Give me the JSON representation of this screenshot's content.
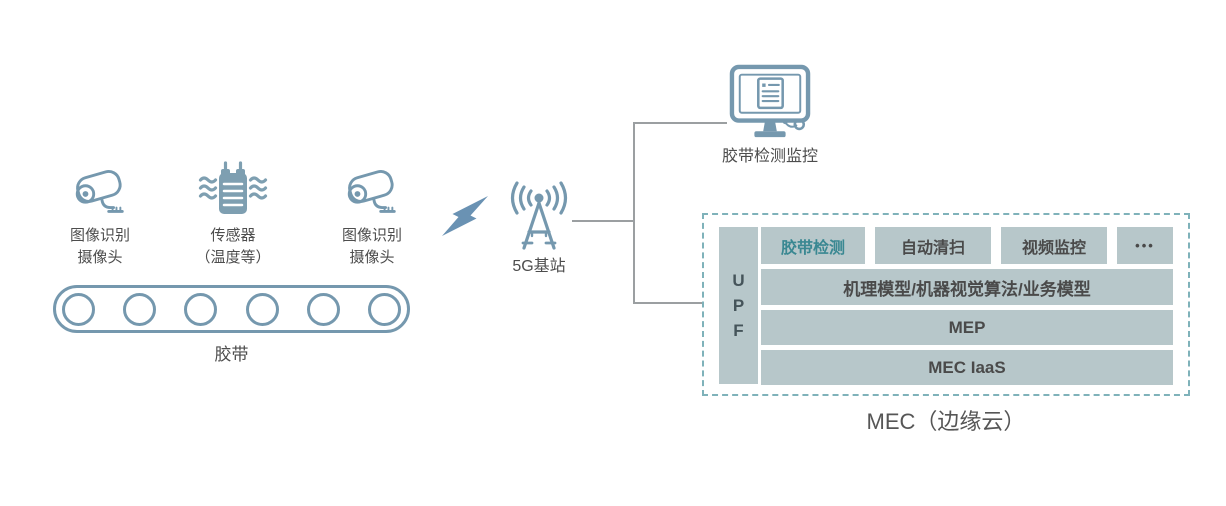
{
  "left_group": {
    "camera1": {
      "line1": "图像识别",
      "line2": "摄像头"
    },
    "sensor": {
      "line1": "传感器",
      "line2": "（温度等）"
    },
    "camera2": {
      "line1": "图像识别",
      "line2": "摄像头"
    },
    "belt_label": "胶带"
  },
  "conveyor": {
    "roller_count": 6
  },
  "base_station": {
    "label": "5G基站"
  },
  "monitor": {
    "label": "胶带检测监控"
  },
  "mec": {
    "upf": {
      "l1": "U",
      "l2": "P",
      "l3": "F"
    },
    "apps": [
      {
        "label": "胶带检测",
        "highlighted": true
      },
      {
        "label": "自动清扫",
        "highlighted": false
      },
      {
        "label": "视频监控",
        "highlighted": false
      },
      {
        "label": "•••",
        "highlighted": false
      }
    ],
    "layers": [
      {
        "label": "机理模型/机器视觉算法/业务模型"
      },
      {
        "label": "MEP"
      },
      {
        "label": "MEC IaaS"
      }
    ],
    "caption": "MEC（边缘云）"
  },
  "colors": {
    "icon_blue": "#7598ae",
    "sensor_fill": "#7e9fb1",
    "lightning_blue": "#6a92b3",
    "cell_bg": "#b7c7ca",
    "dashed_border": "#7fb2ba",
    "highlight_teal": "#3a8892",
    "text_dark": "#4d4d4d",
    "connector_gray": "#9b9fa1"
  }
}
